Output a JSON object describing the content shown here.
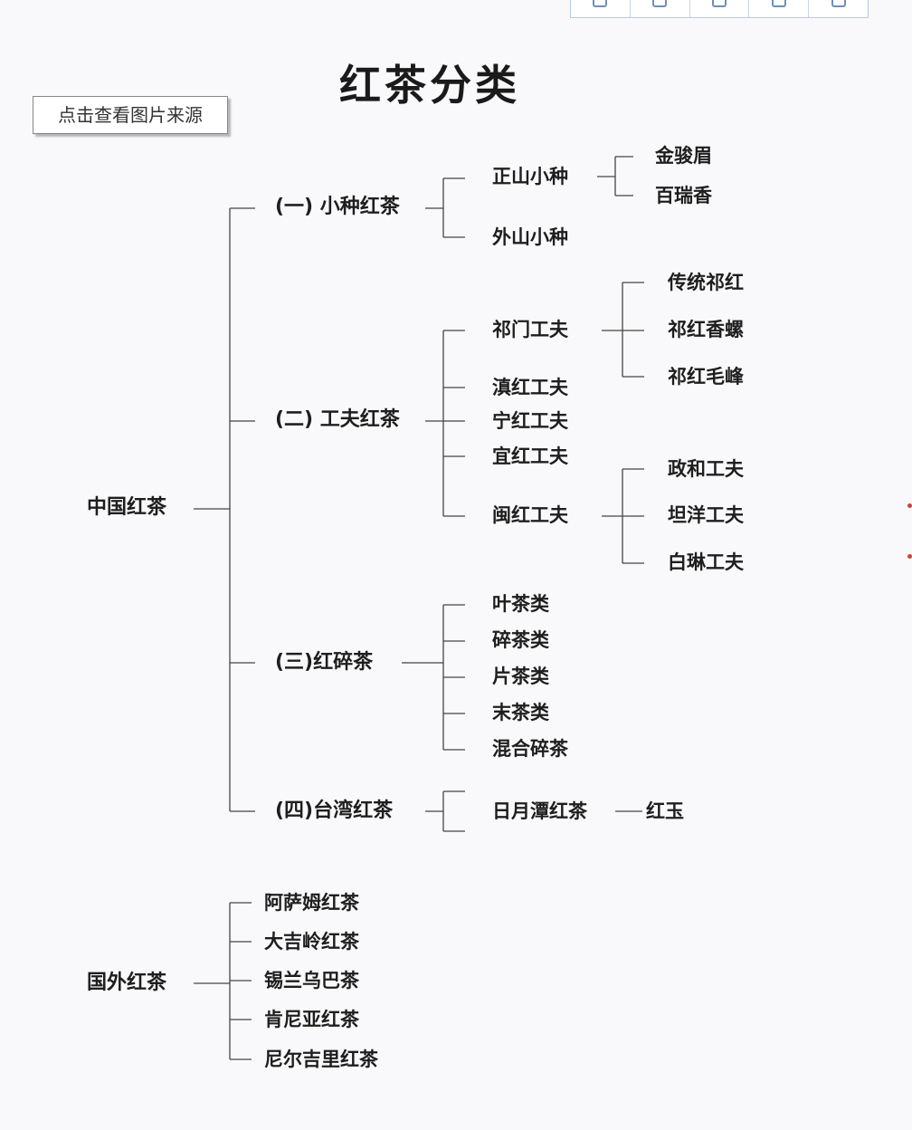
{
  "title": "红茶分类",
  "source_button": "点击查看图片来源",
  "toolbar": {
    "icons": [
      "edit-icon",
      "print-icon",
      "copy-icon",
      "display-icon",
      "favorite-icon"
    ]
  },
  "tree": {
    "china": {
      "label": "中国红茶",
      "xiaozhong": {
        "label": "(一) 小种红茶",
        "zhengshan": {
          "label": "正山小种",
          "children": [
            "金骏眉",
            "百瑞香"
          ]
        },
        "waishan": "外山小种"
      },
      "gongfu": {
        "label": "(二) 工夫红茶",
        "qimen": {
          "label": "祁门工夫",
          "children": [
            "传统祁红",
            "祁红香螺",
            "祁红毛峰"
          ]
        },
        "dian": "滇红工夫",
        "ning": "宁红工夫",
        "yi": "宜红工夫",
        "min": {
          "label": "闽红工夫",
          "children": [
            "政和工夫",
            "坦洋工夫",
            "白琳工夫"
          ]
        }
      },
      "suicha": {
        "label": "(三)红碎茶",
        "children": [
          "叶茶类",
          "碎茶类",
          "片茶类",
          "末茶类",
          "混合碎茶"
        ]
      },
      "taiwan": {
        "label": "(四)台湾红茶",
        "riyuetan": {
          "label": "日月潭红茶",
          "children": [
            "红玉"
          ]
        }
      }
    },
    "foreign": {
      "label": "国外红茶",
      "children": [
        "阿萨姆红茶",
        "大吉岭红茶",
        "锡兰乌巴茶",
        "肯尼亚红茶",
        "尼尔吉里红茶"
      ]
    }
  }
}
